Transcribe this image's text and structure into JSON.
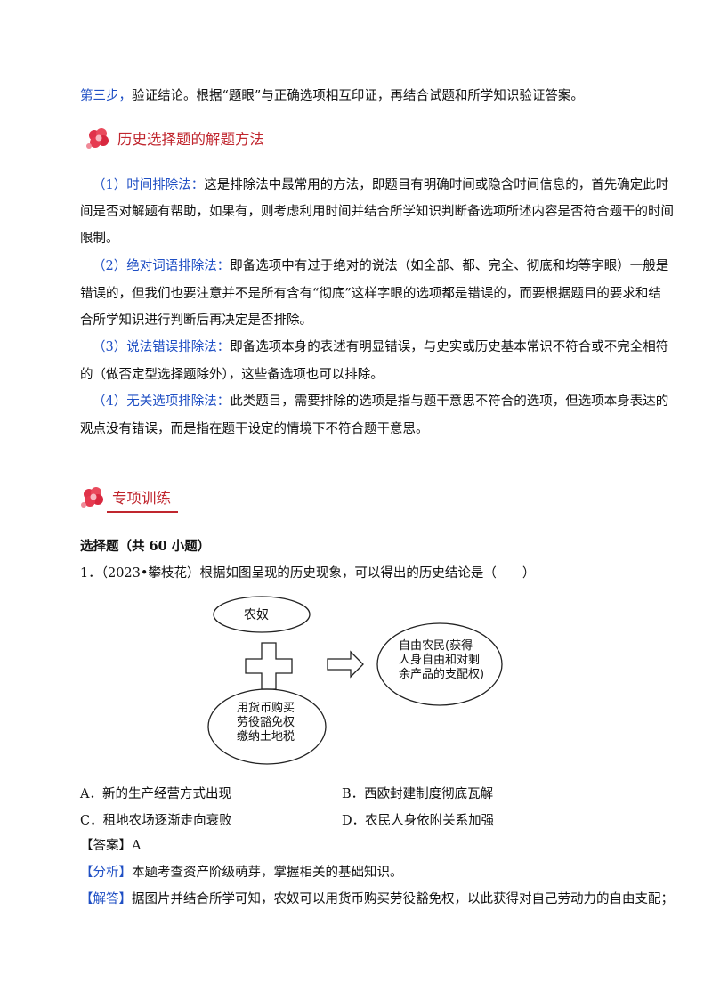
{
  "step3": {
    "label": "第三步，",
    "text": "验证结论。根据“题眼”与正确选项相互印证，再结合试题和所学知识验证答案。"
  },
  "section1": {
    "title": "历史选择题的解题方法",
    "icon": "flower-icon"
  },
  "methods": [
    {
      "label": "（1）时间排除法：",
      "lines": [
        "这是排除法中最常用的方法，即题目有明确时间或隐含时间信息的，首先确定此时",
        "间是否对解题有帮助，如果有，则考虑利用时间并结合所学知识判断备选项所述内容是否符合题干的时间",
        "限制。"
      ]
    },
    {
      "label": "（2）绝对词语排除法：",
      "lines": [
        "即备选项中有过于绝对的说法（如全部、都、完全、彻底和均等字眼）一般是",
        "错误的，但我们也要注意并不是所有含有“彻底”这样字眼的选项都是错误的，而要根据题目的要求和结",
        "合所学知识进行判断后再决定是否排除。"
      ]
    },
    {
      "label": "（3）说法错误排除法：",
      "lines": [
        "即备选项本身的表述有明显错误，与史实或历史基本常识不符合或不完全相符",
        "的（做否定型选择题除外），这些备选项也可以排除。"
      ]
    },
    {
      "label": "（4）无关选项排除法：",
      "lines": [
        "此类题目，需要排除的选项是指与题干意思不符合的选项，但选项本身表达的",
        "观点没有错误，而是指在题干设定的情境下不符合题干意思。"
      ]
    }
  ],
  "section2": {
    "title": "专项训练",
    "icon": "flower-icon"
  },
  "heading": "选择题（共 60 小题）",
  "question": {
    "number": "1．",
    "text": "（2023•攀枝花）根据如图呈现的历史现象，可以得出的历史结论是（　　）",
    "diagram": {
      "top": "农奴",
      "bottom": [
        "用货币购买",
        "劳役豁免权",
        "缴纳土地税"
      ],
      "right": [
        "自由农民(获得",
        "人身自由和对剩",
        "余产品的支配权)"
      ]
    },
    "options": [
      {
        "letter": "A．",
        "text": "新的生产经营方式出现"
      },
      {
        "letter": "B．",
        "text": "西欧封建制度彻底瓦解"
      },
      {
        "letter": "C．",
        "text": "租地农场逐渐走向衰败"
      },
      {
        "letter": "D．",
        "text": "农民人身依附关系加强"
      }
    ],
    "answer": {
      "label": "【答案】",
      "value": "A"
    },
    "analysis": {
      "label": "【分析】",
      "text": "本题考查资产阶级萌芽，掌握相关的基础知识。"
    },
    "solution": {
      "label": "【解答】",
      "text": "据图片并结合所学可知，农奴可以用货币购买劳役豁免权，以此获得对自己劳动力的自由支配；"
    }
  }
}
